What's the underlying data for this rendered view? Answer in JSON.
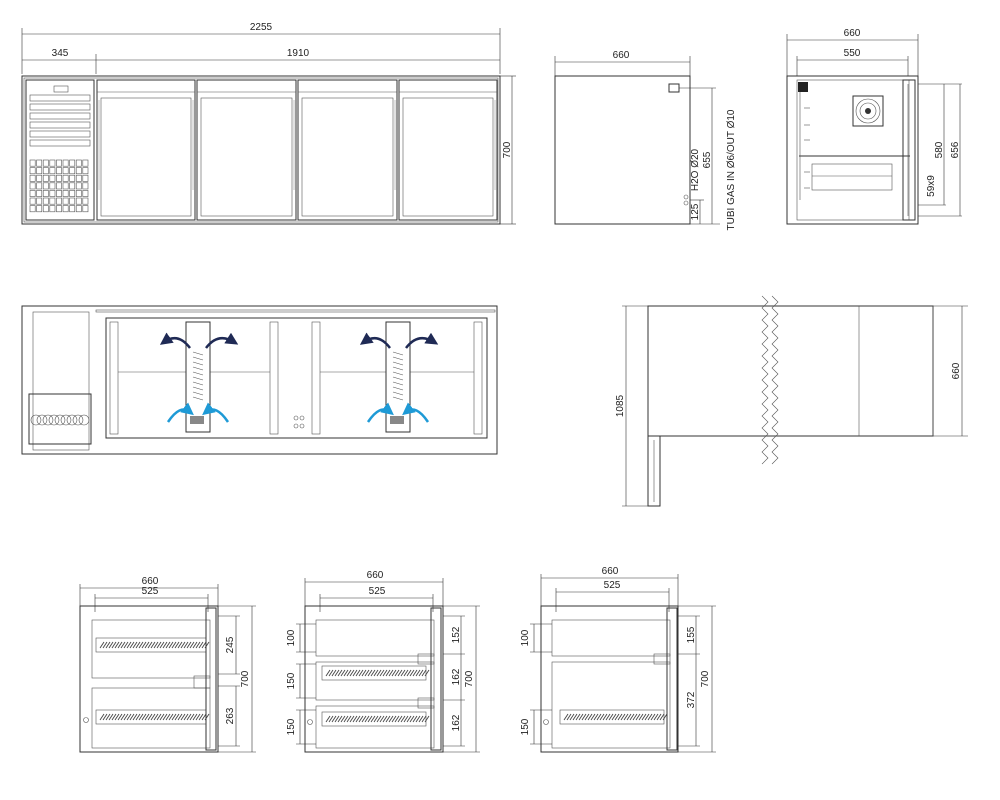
{
  "front": {
    "overall": "2255",
    "left": "345",
    "right": "1910",
    "height": "700"
  },
  "side": {
    "depth": "660",
    "height_total": "655",
    "pipes_label": "TUBI GAS IN Ø6/OUT Ø10",
    "water_label": "H2O Ø20",
    "base": "125"
  },
  "section": {
    "depth": "660",
    "inner": "550",
    "h1": "580",
    "h2": "656",
    "slot": "59x9"
  },
  "plan": {
    "length": "1085",
    "depth": "660"
  },
  "variants": [
    {
      "depth": "660",
      "inner": "525",
      "height": "700",
      "upper": "245",
      "lower": "263"
    },
    {
      "depth": "660",
      "inner": "525",
      "height": "700",
      "d1": "152",
      "d2": "162",
      "d3": "162",
      "s1": "100",
      "s2": "150",
      "s3": "150"
    },
    {
      "depth": "660",
      "inner": "525",
      "height": "700",
      "d1": "155",
      "d2": "372",
      "s1": "100",
      "s2": "150"
    }
  ],
  "colors": {
    "airflow_out": "#1f2a55",
    "airflow_in": "#1e9ad6"
  }
}
